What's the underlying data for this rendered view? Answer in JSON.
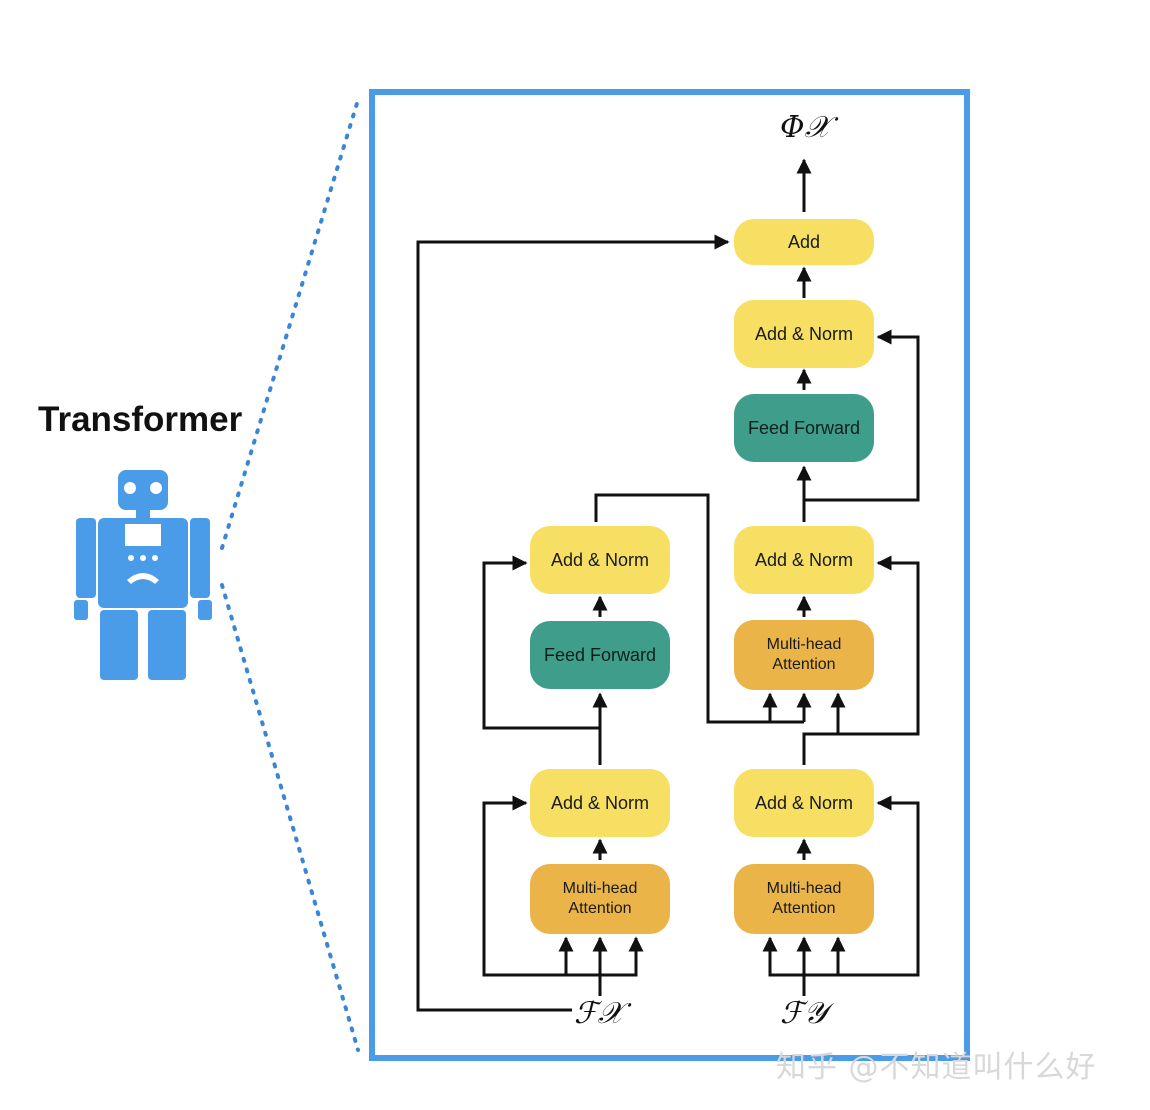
{
  "title": "Transformer",
  "icon": "robot-icon",
  "colors": {
    "frame": "#4a9be8",
    "robot": "#4a9be8",
    "add_norm": "#f6df63",
    "feed_forward": "#3f9d8c",
    "attention": "#eab449"
  },
  "labels": {
    "add": "Add",
    "add_norm": "Add & Norm",
    "feed_forward": "Feed Forward",
    "mha_line1": "Multi-head",
    "mha_line2": "Attention"
  },
  "math": {
    "output": "Φ𝒳",
    "input_x": "ℱ𝒳",
    "input_y": "ℱ𝒴"
  },
  "watermark": "知乎 @不知道叫什么好"
}
